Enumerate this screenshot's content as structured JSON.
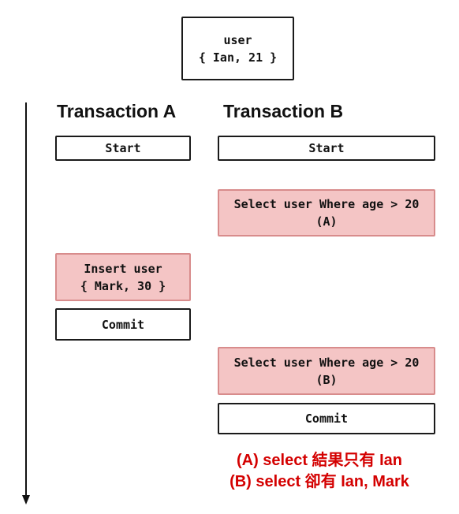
{
  "user_box": {
    "line1": "user",
    "line2": "{ Ian, 21 }"
  },
  "headers": {
    "a": "Transaction A",
    "b": "Transaction B"
  },
  "steps": {
    "a_start": "Start",
    "b_start": "Start",
    "b_select_1": {
      "line1": "Select user Where age > 20",
      "line2": "(A)"
    },
    "a_insert": {
      "line1": "Insert user",
      "line2": "{ Mark, 30 }"
    },
    "a_commit": "Commit",
    "b_select_2": {
      "line1": "Select user Where age > 20",
      "line2": "(B)"
    },
    "b_commit": "Commit"
  },
  "notes": {
    "a": "(A) select 結果只有 Ian",
    "b": "(B) select 卻有 Ian, Mark"
  },
  "colors": {
    "highlight_fill": "#f4c5c5",
    "highlight_border": "#d88c8c",
    "note_text": "#d40000"
  }
}
